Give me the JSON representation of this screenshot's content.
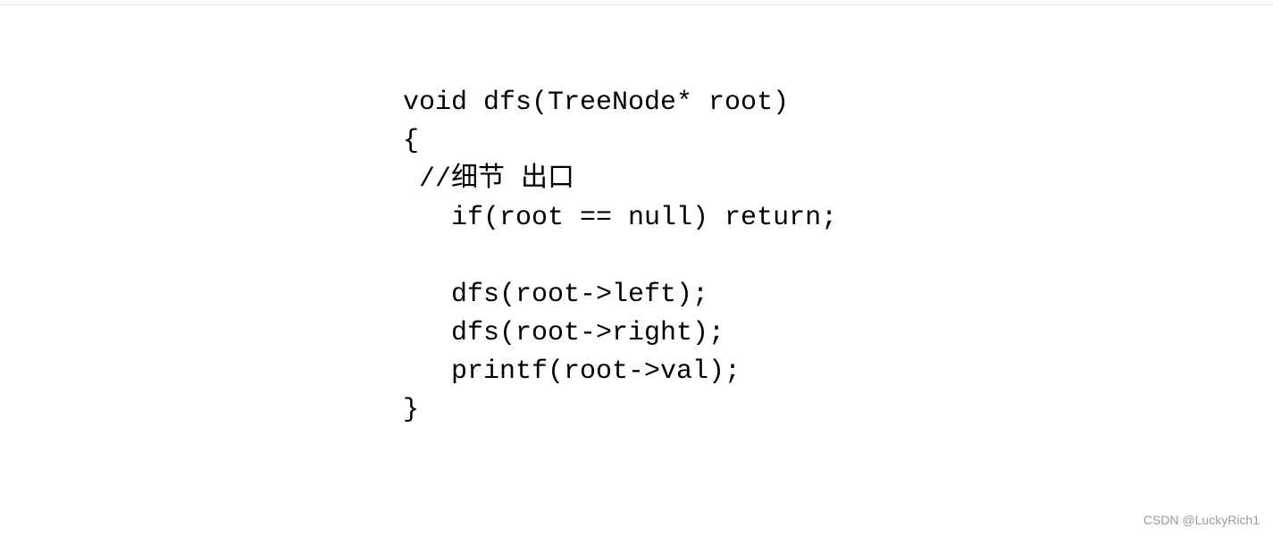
{
  "code": {
    "lines": [
      "void dfs(TreeNode* root)",
      "{",
      " //细节 出口",
      "   if(root == null) return;",
      "",
      "   dfs(root->left);",
      "   dfs(root->right);",
      "   printf(root->val);",
      "}"
    ]
  },
  "watermark": {
    "text": "CSDN @LuckyRich1"
  }
}
